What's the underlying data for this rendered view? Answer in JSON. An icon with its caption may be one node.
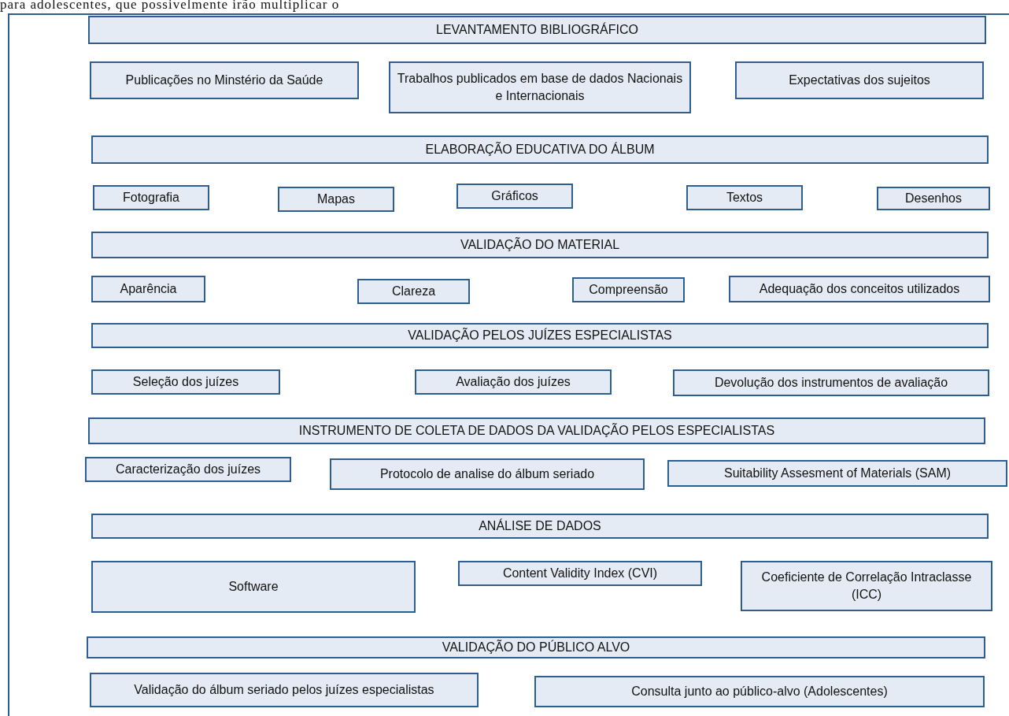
{
  "diagram": {
    "nodes": [
      {
        "text": [
          "LEVANTAMENTO BIBLIOGRÁFICO"
        ]
      },
      {
        "text": [
          "Publicações no Minstério da Saúde"
        ]
      },
      {
        "text": [
          "Trabalhos publicados em base de dados Nacionais e Internacionais"
        ]
      },
      {
        "text": [
          "Expectativas dos sujeitos"
        ]
      },
      {
        "text": [
          "ELABORAÇÃO EDUCATIVA DO  ÁLBUM"
        ]
      },
      {
        "text": [
          "Fotografia"
        ]
      },
      {
        "text": [
          "Mapas"
        ]
      },
      {
        "text": [
          "Gráficos"
        ]
      },
      {
        "text": [
          "Textos"
        ]
      },
      {
        "text": [
          "Desenhos"
        ]
      },
      {
        "text": [
          "VALIDAÇÃO DO MATERIAL"
        ]
      },
      {
        "text": [
          "Aparência"
        ]
      },
      {
        "text": [
          "Clareza"
        ]
      },
      {
        "text": [
          "Compreensão"
        ]
      },
      {
        "text": [
          "Adequação dos conceitos utilizados"
        ]
      },
      {
        "text": [
          "VALIDAÇÃO PELOS JUÍZES ESPECIALISTAS"
        ]
      },
      {
        "text": [
          "Seleção dos juízes"
        ]
      },
      {
        "text": [
          "Avaliação dos juízes"
        ]
      },
      {
        "text": [
          "Devolução dos instrumentos de avaliação"
        ]
      },
      {
        "text": [
          "INSTRUMENTO DE COLETA DE DADOS DA VALIDAÇÃO PELOS ESPECIALISTAS"
        ]
      },
      {
        "text": [
          "Caracterização dos juízes"
        ]
      },
      {
        "text": [
          "Protocolo de analise do álbum seriado"
        ]
      },
      {
        "text": [
          "Suitability Assesment of Materials (SAM)"
        ]
      },
      {
        "text": [
          "ANÁLISE DE DADOS"
        ]
      },
      {
        "text": [
          "Software"
        ]
      },
      {
        "text": [
          "Content Validity Index (CVI)"
        ]
      },
      {
        "text": [
          "Coeficiente de Correlação Intraclasse (ICC)"
        ]
      },
      {
        "text": [
          "VALIDAÇÃO DO PÚBLICO ALVO"
        ]
      },
      {
        "text": [
          "Validação do álbum seriado pelos juízes especialistas"
        ]
      },
      {
        "text": [
          "Consulta junto ao público-alvo (Adolescentes)"
        ]
      }
    ],
    "labels": [
      "para adolescentes, que possivelmente irão multiplicar o"
    ]
  }
}
